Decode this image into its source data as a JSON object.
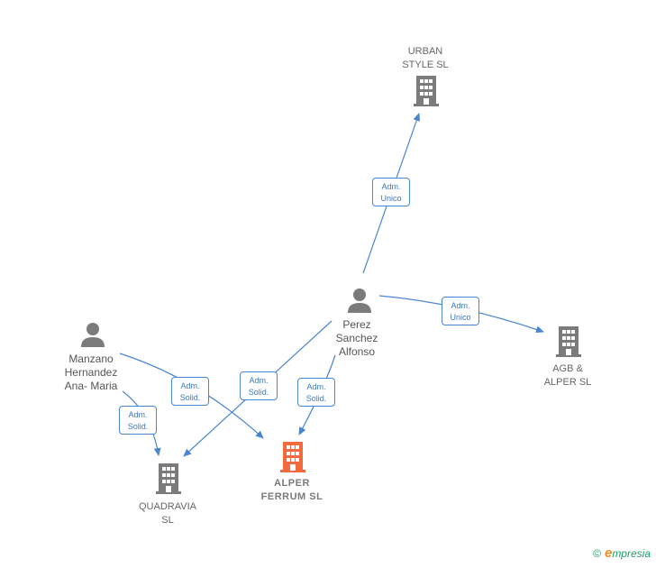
{
  "nodes": {
    "urban_style": {
      "lines": [
        "URBAN",
        "STYLE  SL"
      ],
      "kind": "company"
    },
    "perez": {
      "lines": [
        "Perez",
        "Sanchez",
        "Alfonso"
      ],
      "kind": "person"
    },
    "agb_alper": {
      "lines": [
        "AGB &",
        "ALPER SL"
      ],
      "kind": "company"
    },
    "manzano": {
      "lines": [
        "Manzano",
        "Hernandez",
        "Ana- Maria"
      ],
      "kind": "person"
    },
    "quadravia": {
      "lines": [
        "QUADRAVIA",
        "SL"
      ],
      "kind": "company"
    },
    "alper_ferrum": {
      "lines": [
        "ALPER",
        "FERRUM  SL"
      ],
      "kind": "company-focus"
    }
  },
  "edges": [
    {
      "from": "perez",
      "to": "urban_style",
      "label": [
        "Adm.",
        "Unico"
      ]
    },
    {
      "from": "perez",
      "to": "agb_alper",
      "label": [
        "Adm.",
        "Unico"
      ]
    },
    {
      "from": "perez",
      "to": "quadravia",
      "label": [
        "Adm.",
        "Solid."
      ]
    },
    {
      "from": "perez",
      "to": "alper_ferrum",
      "label": [
        "Adm.",
        "Solid."
      ]
    },
    {
      "from": "manzano",
      "to": "alper_ferrum",
      "label": [
        "Adm.",
        "Solid."
      ]
    },
    {
      "from": "manzano",
      "to": "quadravia",
      "label": [
        "Adm.",
        "Solid."
      ]
    }
  ],
  "colors": {
    "company": "#7b7b7b",
    "focus": "#f26a3d",
    "person": "#7b7b7b",
    "edge": "#4a86d0"
  },
  "watermark": {
    "copyright": "©",
    "brand_initial": "e",
    "brand_rest": "mpresia"
  }
}
